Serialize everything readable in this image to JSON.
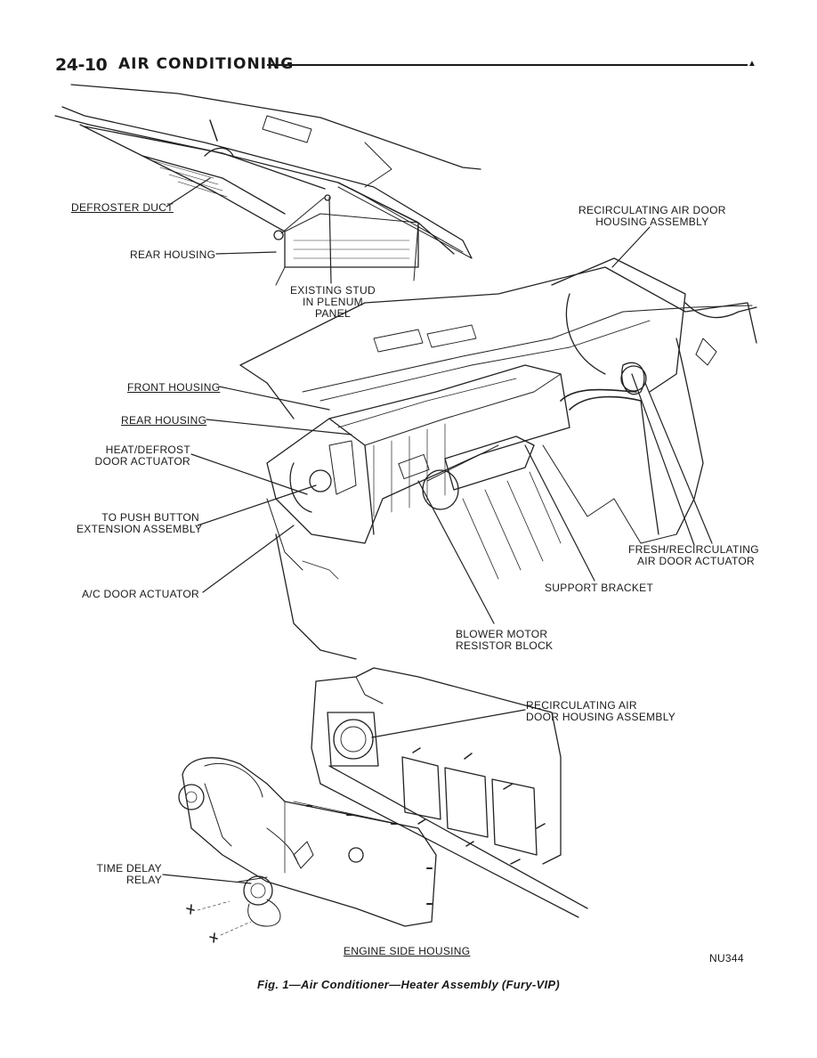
{
  "header": {
    "page_number": "24-10",
    "section_title": "AIR CONDITIONING",
    "marker": "▲"
  },
  "labels": {
    "defroster_duct": "DEFROSTER DUCT",
    "rear_housing_top": "REAR HOUSING",
    "existing_stud": "EXISTING STUD\nIN PLENUM\nPANEL",
    "recirc_air_door_top": "RECIRCULATING AIR DOOR\nHOUSING ASSEMBLY",
    "front_housing": "FRONT HOUSING",
    "rear_housing_mid": "REAR HOUSING",
    "heat_defrost_actuator": "HEAT/DEFROST\nDOOR ACTUATOR",
    "push_button_ext": "TO PUSH BUTTON\nEXTENSION ASSEMBLY",
    "ac_door_actuator": "A/C DOOR ACTUATOR",
    "fresh_recirc_actuator": "FRESH/RECIRCULATING\nAIR DOOR ACTUATOR",
    "support_bracket": "SUPPORT BRACKET",
    "blower_motor_resistor": "BLOWER MOTOR\nRESISTOR BLOCK",
    "recirc_air_door_bottom": "RECIRCULATING AIR\nDOOR HOUSING ASSEMBLY",
    "time_delay_relay": "TIME DELAY\nRELAY",
    "engine_side_housing": "ENGINE SIDE HOUSING",
    "figure_code": "NU344"
  },
  "caption": "Fig. 1—Air Conditioner—Heater Assembly (Fury-VIP)",
  "illustration": {
    "upper": "air-conditioner-heater-assembly-cabin-view",
    "lower": "engine-side-housing-exploded-view"
  }
}
